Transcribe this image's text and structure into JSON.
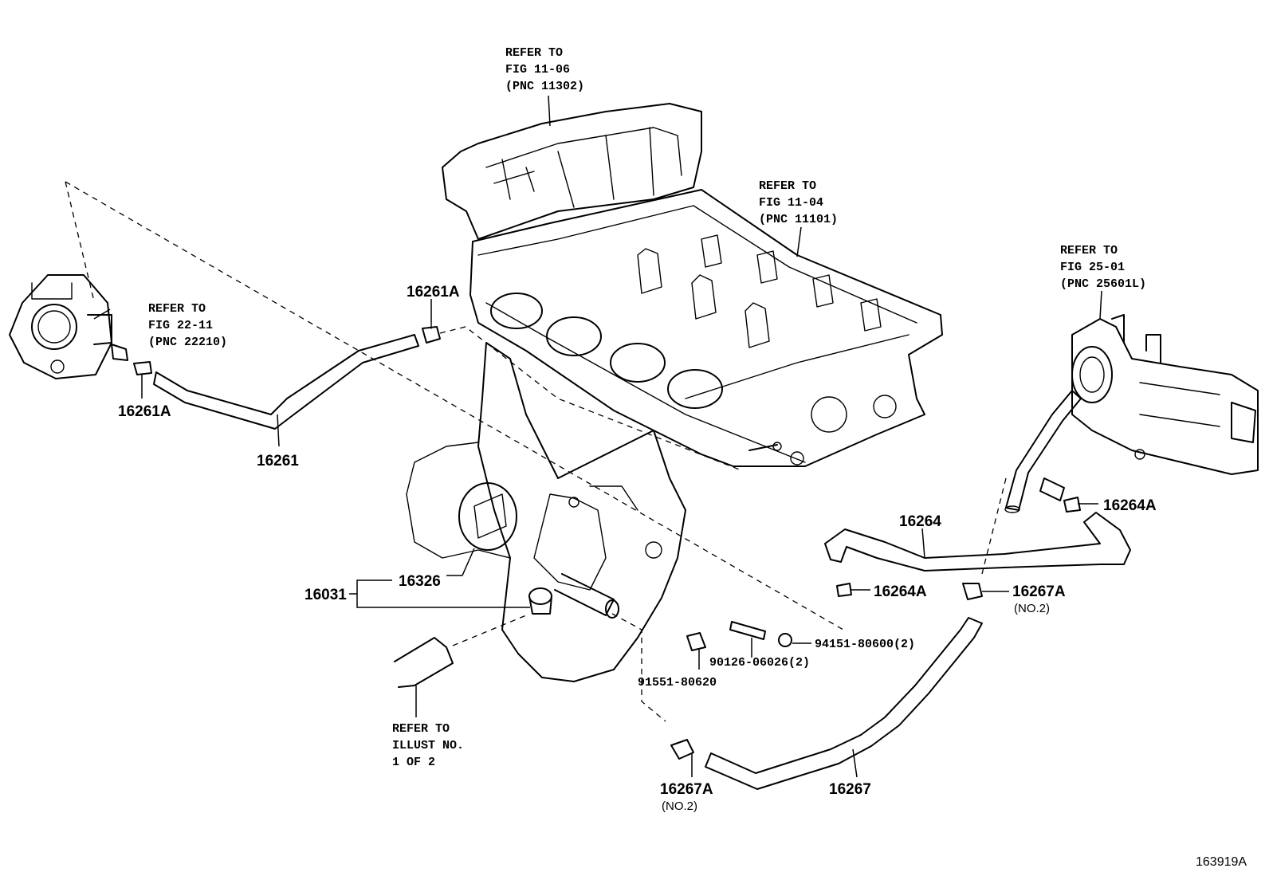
{
  "refs": {
    "cylinder_block": [
      "REFER TO",
      "FIG 11-06",
      "(PNC 11302)"
    ],
    "cylinder_head": [
      "REFER TO",
      "FIG 11-04",
      "(PNC 11101)"
    ],
    "throttle_body": [
      "REFER TO",
      "FIG 22-11",
      "(PNC 22210)"
    ],
    "egr_valve": [
      "REFER TO",
      "FIG 25-01",
      "(PNC 25601L)"
    ],
    "illust": [
      "REFER TO",
      "ILLUST NO.",
      "1 OF 2"
    ]
  },
  "parts": {
    "p16261A_top": "16261A",
    "p16261A_left": "16261A",
    "p16261": "16261",
    "p16264": "16264",
    "p16264A_right": "16264A",
    "p16264A_mid": "16264A",
    "p16267A_right": "16267A",
    "p16267A_right_note": "(NO.2)",
    "p16267A_bottom": "16267A",
    "p16267A_bottom_note": "(NO.2)",
    "p16267": "16267",
    "p16031": "16031",
    "p16326": "16326",
    "p94151": "94151-80600(2)",
    "p90126": "90126-06026(2)",
    "p91551": "91551-80620"
  },
  "figure_id": "163919A"
}
